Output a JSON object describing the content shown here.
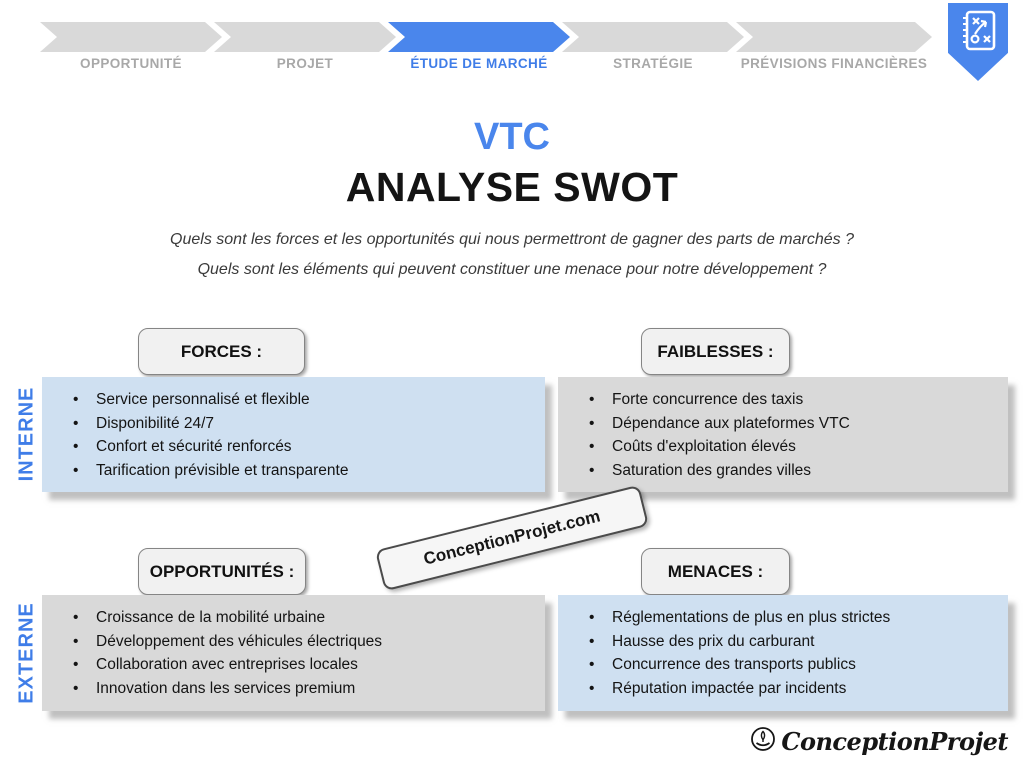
{
  "process_bar": {
    "steps": [
      {
        "label": "OPPORTUNITÉ",
        "active": false
      },
      {
        "label": "PROJET",
        "active": false
      },
      {
        "label": "ÉTUDE DE MARCHÉ",
        "active": true
      },
      {
        "label": "STRATÉGIE",
        "active": false
      },
      {
        "label": "PRÉVISIONS FINANCIÈRES",
        "active": false
      }
    ]
  },
  "icons": {
    "bookmark": "strategy-playbook-icon",
    "footer_logo": "hand-holding-rocket-icon"
  },
  "title": {
    "project": "VTC",
    "main": "ANALYSE SWOT"
  },
  "subtitle": {
    "line1": "Quels sont les forces et les opportunités qui nous permettront de gagner des parts de marchés ?",
    "line2": "Quels sont les éléments qui peuvent constituer une menace pour notre développement ?"
  },
  "axis": {
    "internal": "INTERNE",
    "external": "EXTERNE"
  },
  "quadrants": [
    {
      "id": "forces",
      "header": "FORCES :",
      "tone": "blue",
      "items": [
        "Service personnalisé et flexible",
        "Disponibilité 24/7",
        "Confort et sécurité renforcés",
        "Tarification prévisible et transparente"
      ]
    },
    {
      "id": "faiblesses",
      "header": "FAIBLESSES :",
      "tone": "gray",
      "items": [
        "Forte concurrence des taxis",
        "Dépendance aux plateformes VTC",
        "Coûts d'exploitation élevés",
        "Saturation des grandes villes"
      ]
    },
    {
      "id": "opportunites",
      "header": "OPPORTUNITÉS :",
      "tone": "gray",
      "items": [
        "Croissance de la mobilité urbaine",
        "Développement des véhicules électriques",
        "Collaboration avec entreprises locales",
        "Innovation dans les services premium"
      ]
    },
    {
      "id": "menaces",
      "header": "MENACES :",
      "tone": "blue",
      "items": [
        "Réglementations de plus en plus strictes",
        "Hausse des prix du carburant",
        "Concurrence des transports publics",
        "Réputation impactée par incidents"
      ]
    }
  ],
  "watermark": {
    "text": "ConceptionProjet.com"
  },
  "footer": {
    "brand": "ConceptionProjet"
  },
  "colors": {
    "accent_blue": "#4a86ec",
    "label_blue": "#3f7de8",
    "light_blue_box": "#cfe0f1",
    "gray_box": "#d9d9d9",
    "chevron_gray": "#d9d9d9",
    "step_label_gray": "#a8a8a8"
  }
}
